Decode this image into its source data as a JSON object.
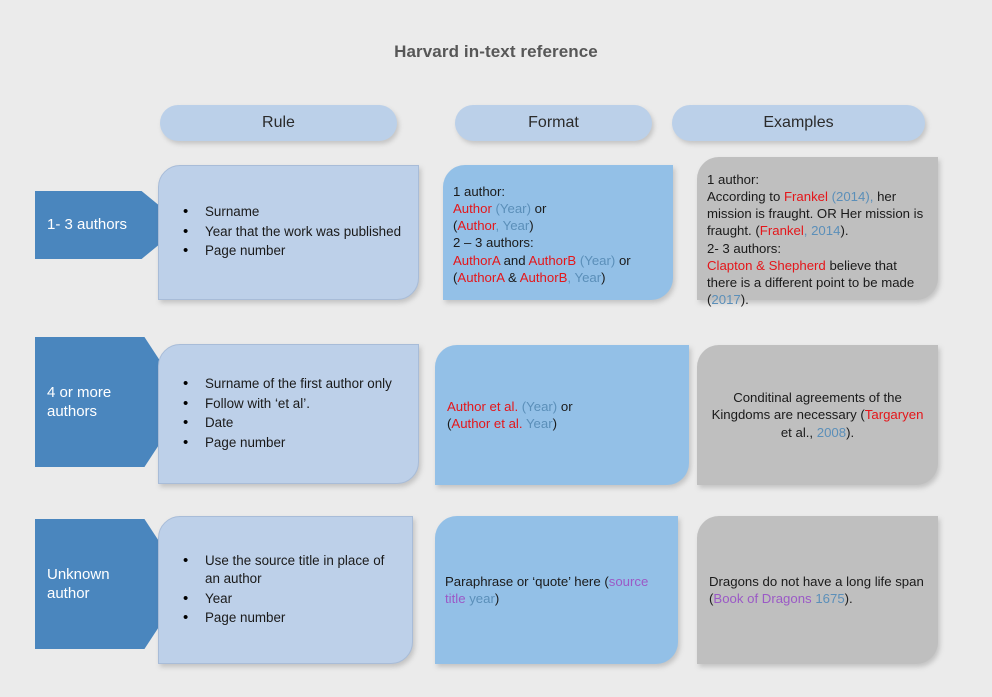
{
  "page": {
    "title": "Harvard in-text reference",
    "background": "#ebebeb"
  },
  "colors": {
    "accent_arrow": "#4a86be",
    "pill": "#bbd0e9",
    "rule_card": "#bdd0e9",
    "format_card": "#93c0e7",
    "examples_card": "#bfbfbf",
    "author_red": "#e4161a",
    "year_blue": "#5b8fb9",
    "source_title_purple": "#9b59c6"
  },
  "headers": [
    {
      "label": "Rule"
    },
    {
      "label": "Format"
    },
    {
      "label": "Examples"
    }
  ],
  "rows": [
    {
      "tag": "1- 3  authors",
      "rule_bullets": [
        "Surname",
        "Year that the work was published",
        "Page number"
      ],
      "format": {
        "label_1": "1 author:",
        "line_1_author": "Author",
        "line_1_year": "(Year)",
        "line_1_tail": " or",
        "line_2_open": "(",
        "line_2_author": "Author",
        "line_2_comma": ", ",
        "line_2_year": "Year",
        "line_2_close": ")",
        "label_2": "2 – 3 authors:",
        "line_3_a": "AuthorA",
        "line_3_and": " and ",
        "line_3_b": "AuthorB",
        "line_3_year": " (Year)",
        "line_3_tail": " or",
        "line_4_open": "(",
        "line_4_a": "AuthorA",
        "line_4_amp": " & ",
        "line_4_b": "AuthorB",
        "line_4_comma": ", ",
        "line_4_year": "Year",
        "line_4_close": ")"
      },
      "examples": {
        "label_1": "1 author:",
        "p1_pre": "According to ",
        "p1_author": "Frankel",
        "p1_year": " (2014),",
        "p1_mid": " her mission is fraught. OR Her mission is fraught. (",
        "p1_author2": "Frankel",
        "p1_comma": ", ",
        "p1_year2": "2014",
        "p1_end": ").",
        "label_2": "2- 3 authors:",
        "p2_authors": "Clapton & Shepherd",
        "p2_mid": " believe that there is a different point to be made (",
        "p2_year": "2017",
        "p2_end": ")."
      }
    },
    {
      "tag": "4 or more authors",
      "rule_bullets": [
        "Surname of the first author only",
        "Follow with ‘et al’.",
        "Date",
        "Page number"
      ],
      "format": {
        "line_1_author": "Author et al.",
        "line_1_year": " (Year)",
        "line_1_tail": " or",
        "line_2_open": "(",
        "line_2_author": "Author et al.",
        "line_2_year": " Year",
        "line_2_close": ")"
      },
      "examples": {
        "p1_pre": "Conditinal agreements of the Kingdoms are necessary (",
        "p1_author": "Targaryen",
        "p1_mid": " et al., ",
        "p1_year": "2008",
        "p1_end": ")."
      }
    },
    {
      "tag": "Unknown author",
      "rule_bullets": [
        "Use the source title in place of an author",
        "Year",
        "Page number"
      ],
      "format": {
        "line_pre": "Paraphrase or ‘quote’ here (",
        "line_title": "source title",
        "line_space": " ",
        "line_year": "year",
        "line_close": ")"
      },
      "examples": {
        "p1_pre": "Dragons do not have a long life span (",
        "p1_title": "Book of Dragons",
        "p1_space": " ",
        "p1_year": "1675",
        "p1_end": ")."
      }
    }
  ]
}
